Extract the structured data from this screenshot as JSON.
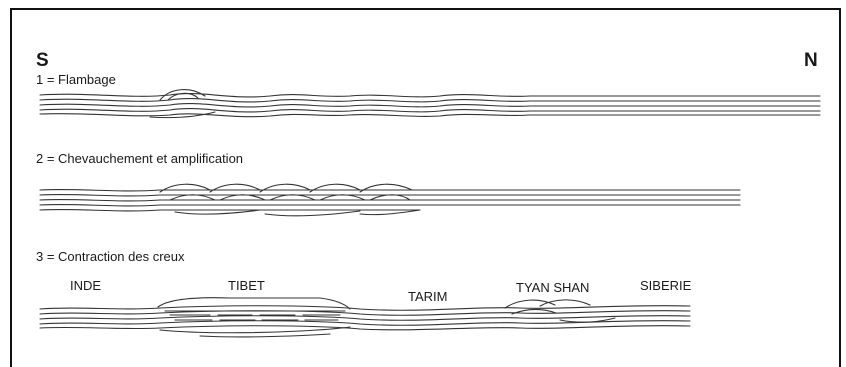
{
  "labels": {
    "south": "S",
    "north": "N"
  },
  "stages": [
    {
      "label": "1 = Flambage"
    },
    {
      "label": "2 = Chevauchement et amplification"
    },
    {
      "label": "3 = Contraction des creux"
    }
  ],
  "regions": {
    "inde": "INDE",
    "tibet": "TIBET",
    "tarim": "TARIM",
    "tyan_shan": "TYAN SHAN",
    "siberie": "SIBERIE"
  }
}
